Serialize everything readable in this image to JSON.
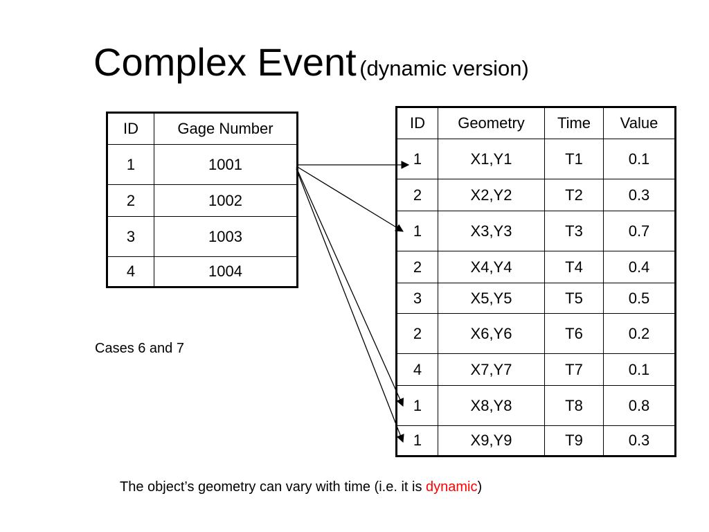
{
  "title": {
    "main": "Complex Event",
    "sub": "(dynamic version)"
  },
  "gage_table": {
    "headers": [
      "ID",
      "Gage Number"
    ],
    "rows": [
      [
        "1",
        "1001"
      ],
      [
        "2",
        "1002"
      ],
      [
        "3",
        "1003"
      ],
      [
        "4",
        "1004"
      ]
    ]
  },
  "event_table": {
    "headers": [
      "ID",
      "Geometry",
      "Time",
      "Value"
    ],
    "rows": [
      [
        "1",
        "X1,Y1",
        "T1",
        "0.1"
      ],
      [
        "2",
        "X2,Y2",
        "T2",
        "0.3"
      ],
      [
        "1",
        "X3,Y3",
        "T3",
        "0.7"
      ],
      [
        "2",
        "X4,Y4",
        "T4",
        "0.4"
      ],
      [
        "3",
        "X5,Y5",
        "T5",
        "0.5"
      ],
      [
        "2",
        "X6,Y6",
        "T6",
        "0.2"
      ],
      [
        "4",
        "X7,Y7",
        "T7",
        "0.1"
      ],
      [
        "1",
        "X8,Y8",
        "T8",
        "0.8"
      ],
      [
        "1",
        "X9,Y9",
        "T9",
        "0.3"
      ]
    ]
  },
  "cases_note": "Cases 6 and 7",
  "footer": {
    "text_before": "The object’s geometry can vary with time (i.e. it is ",
    "highlight": "dynamic",
    "text_after": ")",
    "highlight_color": "#ff0000"
  }
}
